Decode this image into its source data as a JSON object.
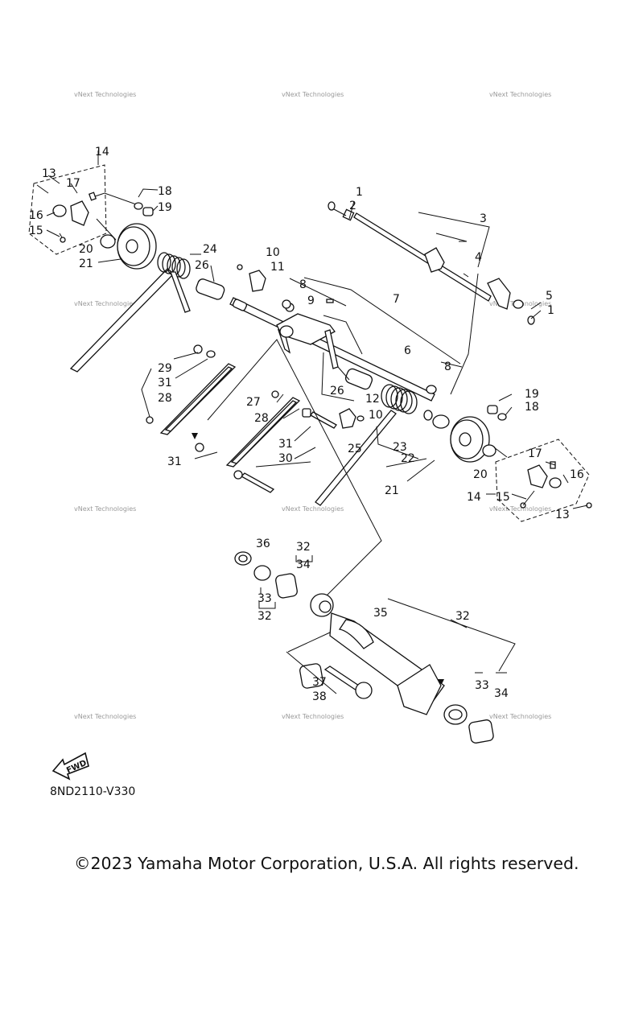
{
  "watermark_text": "vNext Technologies",
  "fwd_text": "FWD",
  "diagram_code": "8ND2110-V330",
  "copyright": "©2023 Yamaha Motor Corporation, U.S.A. All rights reserved.",
  "labels": {
    "l1a": "1",
    "l1b": "1",
    "l2": "2",
    "l3": "3",
    "l4": "4",
    "l5": "5",
    "l6": "6",
    "l7": "7",
    "l8a": "8",
    "l8b": "8",
    "l9": "9",
    "l10a": "10",
    "l10b": "10",
    "l11": "11",
    "l12": "12",
    "l13a": "13",
    "l13b": "13",
    "l14a": "14",
    "l14b": "14",
    "l15a": "15",
    "l15b": "15",
    "l16a": "16",
    "l16b": "16",
    "l17a": "17",
    "l17b": "17",
    "l18a": "18",
    "l18b": "18",
    "l19a": "19",
    "l19b": "19",
    "l20a": "20",
    "l20b": "20",
    "l21a": "21",
    "l21b": "21",
    "l22": "22",
    "l23": "23",
    "l24": "24",
    "l25": "25",
    "l26a": "26",
    "l26b": "26",
    "l27": "27",
    "l28a": "28",
    "l28b": "28",
    "l29": "29",
    "l30": "30",
    "l31a": "31",
    "l31b": "31",
    "l31c": "31",
    "l32a": "32",
    "l32b": "32",
    "l32c": "32",
    "l33a": "33",
    "l33b": "33",
    "l34a": "34",
    "l34b": "34",
    "l35": "35",
    "l36": "36",
    "l37": "37",
    "l38": "38"
  }
}
